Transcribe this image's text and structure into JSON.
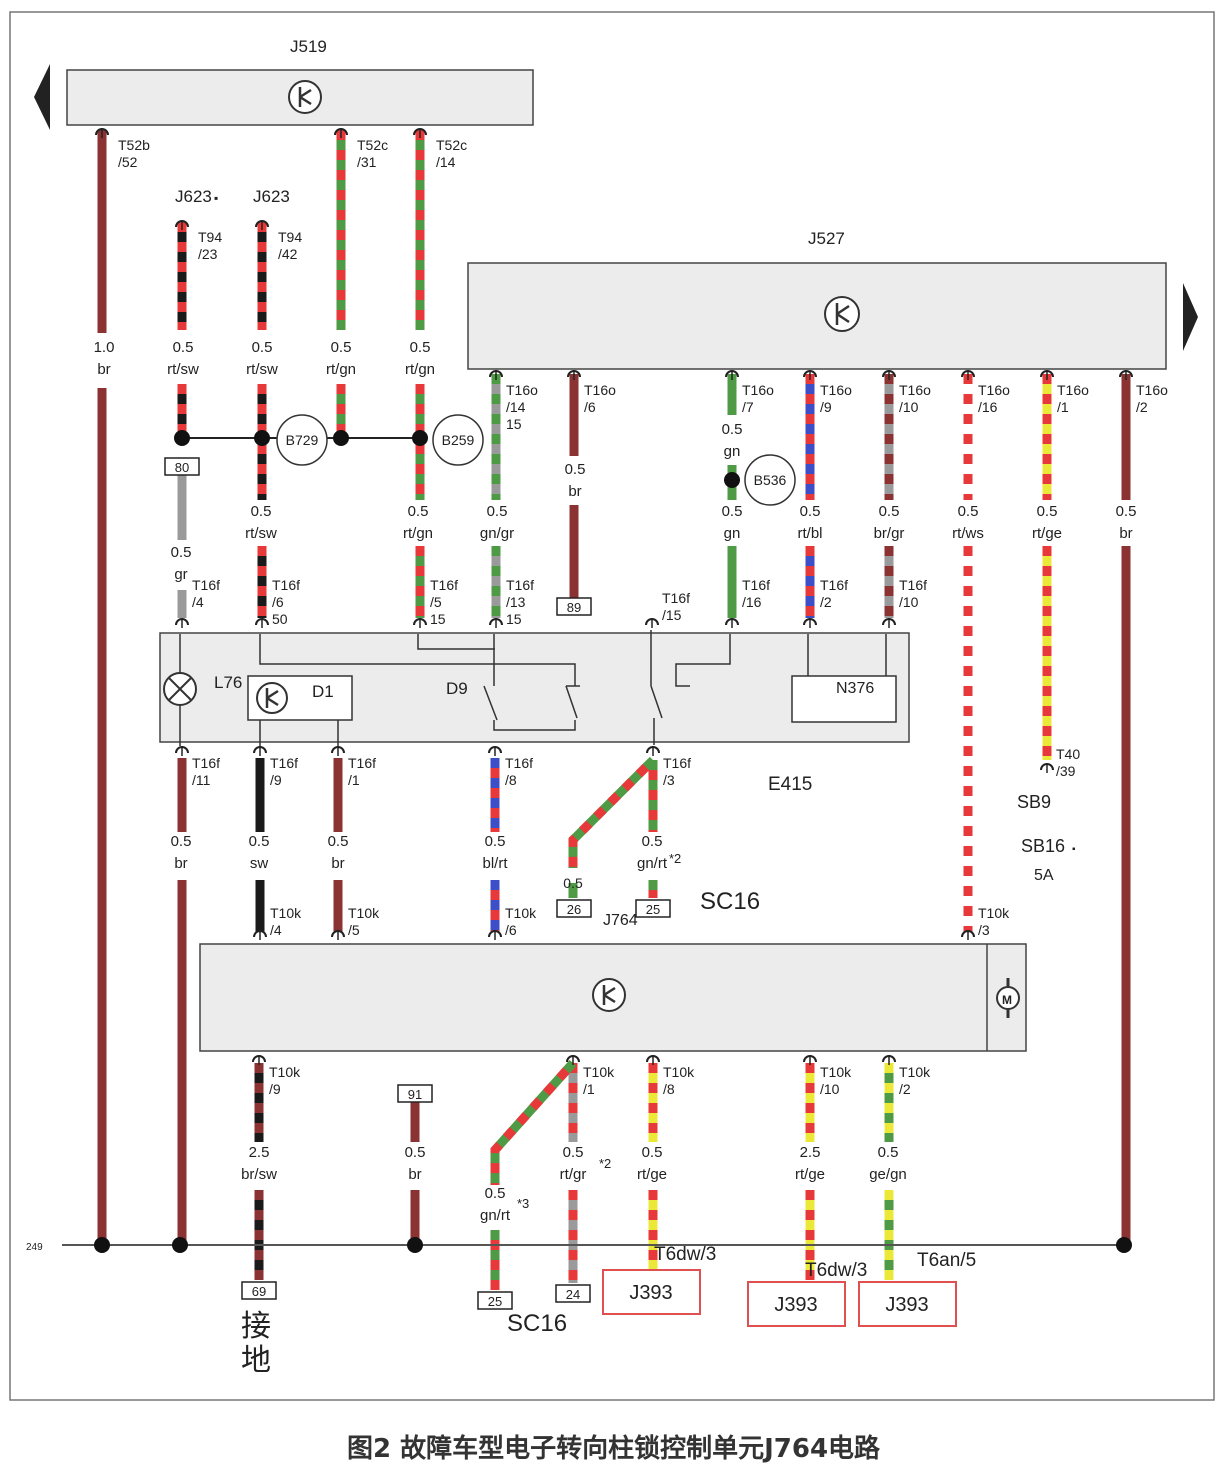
{
  "caption": "图2 故障车型电子转向柱锁控制单元J764电路",
  "colors": {
    "br": "#8b3232",
    "rt": "#e8393a",
    "gn": "#4f9a45",
    "sw": "#1a1a1a",
    "gr": "#9a9a9a",
    "bl": "#3c4ec8",
    "ge": "#ece838",
    "ws": "#ffffff",
    "frame": "#444444",
    "box": "#ececec",
    "redbox": "#e05050"
  },
  "modules": {
    "j519": {
      "label": "J519"
    },
    "j623a": {
      "label": "J623"
    },
    "j623b": {
      "label": "J623"
    },
    "j527": {
      "label": "J527"
    },
    "e415": {
      "label": "E415"
    },
    "j764": {
      "label": "J764"
    },
    "l76": {
      "label": "L76"
    },
    "d1": {
      "label": "D1"
    },
    "d9": {
      "label": "D9"
    },
    "n376": {
      "label": "N376"
    },
    "motor": {
      "label": "M"
    }
  },
  "junctions": {
    "b729": "B729",
    "b259": "B259",
    "b536": "B536"
  },
  "ground_ref": "249",
  "boxes": {
    "b80": "80",
    "b89": "89",
    "b26": "26",
    "b25a": "25",
    "b91": "91",
    "b69": "69",
    "b25b": "25",
    "b24": "24"
  },
  "texts": {
    "sc16a": "SC16",
    "sc16b": "SC16",
    "ground": "接地",
    "sb9": "SB9",
    "sb16": "SB16",
    "amp": "5A",
    "t6dw3a": "T6dw/3",
    "t6dw3b": "T6dw/3",
    "t6an5": "T6an/5",
    "star2a": "*2",
    "star2b": "*2",
    "star3": "*3",
    "dot1": "▪",
    "dot2": "▪",
    "w05a": "0.5"
  },
  "redboxes": [
    "J393",
    "J393",
    "J393"
  ],
  "pins": {
    "t52b": [
      "T52b",
      "/52"
    ],
    "t52c31": [
      "T52c",
      "/31"
    ],
    "t52c14": [
      "T52c",
      "/14"
    ],
    "t94_23": [
      "T94",
      "/23"
    ],
    "t94_42": [
      "T94",
      "/42"
    ],
    "t16o14": [
      "T16o",
      "/14",
      "15"
    ],
    "t16o6": [
      "T16o",
      "/6"
    ],
    "t16o7": [
      "T16o",
      "/7"
    ],
    "t16o9": [
      "T16o",
      "/9"
    ],
    "t16o10": [
      "T16o",
      "/10"
    ],
    "t16o16": [
      "T16o",
      "/16"
    ],
    "t16o1": [
      "T16o",
      "/1"
    ],
    "t16o2": [
      "T16o",
      "/2"
    ],
    "t16f4": [
      "T16f",
      "/4"
    ],
    "t16f6": [
      "T16f",
      "/6",
      "50"
    ],
    "t16f5": [
      "T16f",
      "/5",
      "15"
    ],
    "t16f13": [
      "T16f",
      "/13",
      "15"
    ],
    "t16f15": [
      "T16f",
      "/15"
    ],
    "t16f16": [
      "T16f",
      "/16"
    ],
    "t16f2": [
      "T16f",
      "/2"
    ],
    "t16f10": [
      "T16f",
      "/10"
    ],
    "t16f11": [
      "T16f",
      "/11"
    ],
    "t16f9": [
      "T16f",
      "/9"
    ],
    "t16f1": [
      "T16f",
      "/1"
    ],
    "t16f8": [
      "T16f",
      "/8"
    ],
    "t16f3": [
      "T16f",
      "/3"
    ],
    "t40": [
      "T40",
      "/39"
    ],
    "t10k4": [
      "T10k",
      "/4"
    ],
    "t10k5": [
      "T10k",
      "/5"
    ],
    "t10k6": [
      "T10k",
      "/6"
    ],
    "t10k3": [
      "T10k",
      "/3"
    ],
    "t10k9": [
      "T10k",
      "/9"
    ],
    "t10k1": [
      "T10k",
      "/1"
    ],
    "t10k8": [
      "T10k",
      "/8"
    ],
    "t10k10": [
      "T10k",
      "/10"
    ],
    "t10k2": [
      "T10k",
      "/2"
    ]
  },
  "wires": [
    [
      "1.0",
      "br"
    ],
    [
      "0.5",
      "rt/sw"
    ],
    [
      "0.5",
      "rt/sw"
    ],
    [
      "0.5",
      "rt/gn"
    ],
    [
      "0.5",
      "rt/gn"
    ],
    [
      "0.5",
      "gr"
    ],
    [
      "0.5",
      "rt/sw"
    ],
    [
      "0.5",
      "rt/gn"
    ],
    [
      "0.5",
      "gn/gr"
    ],
    [
      "0.5",
      "br"
    ],
    [
      "0.5",
      "gn"
    ],
    [
      "0.5",
      "gn"
    ],
    [
      "0.5",
      "rt/bl"
    ],
    [
      "0.5",
      "br/gr"
    ],
    [
      "0.5",
      "rt/ws"
    ],
    [
      "0.5",
      "rt/ge"
    ],
    [
      "0.5",
      "br"
    ],
    [
      "0.5",
      "br"
    ],
    [
      "0.5",
      "sw"
    ],
    [
      "0.5",
      "br"
    ],
    [
      "0.5",
      "bl/rt"
    ],
    [
      "0.5",
      "gn/rt"
    ],
    [
      "2.5",
      "br/sw"
    ],
    [
      "0.5",
      "br"
    ],
    [
      "0.5",
      "gn/rt"
    ],
    [
      "0.5",
      "rt/gr"
    ],
    [
      "0.5",
      "rt/ge"
    ],
    [
      "2.5",
      "rt/ge"
    ],
    [
      "0.5",
      "ge/gn"
    ]
  ]
}
